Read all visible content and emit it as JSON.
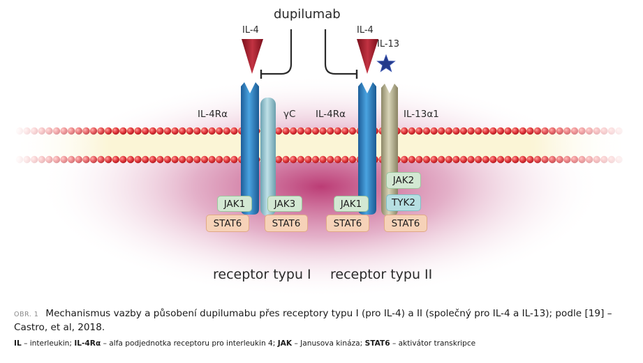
{
  "drug_label": "dupilumab",
  "ligands": {
    "il4_left": "IL-4",
    "il4_right": "IL-4",
    "il13": "IL-13"
  },
  "receptor_chains": {
    "il4ra_left": "IL-4Rα",
    "gamma_c": "γC",
    "il4ra_right": "IL-4Rα",
    "il13a1": "IL-13α1"
  },
  "kinases": {
    "jak1_left": "JAK1",
    "jak3": "JAK3",
    "jak1_right": "JAK1",
    "jak2": "JAK2",
    "tyk2": "TYK2"
  },
  "stat": {
    "s1": "STAT6",
    "s2": "STAT6",
    "s3": "STAT6",
    "s4": "STAT6"
  },
  "receptor_types": {
    "type1": "receptor typu I",
    "type2": "receptor typu II"
  },
  "caption": {
    "prefix": "OBR. 1",
    "text": "Mechanismus vazby a působení dupilumabu přes receptory typu I (pro IL-4) a II (společný pro IL-4 a IL-13); podle [19] – Castro, et al, 2018."
  },
  "legend": {
    "k1": "IL",
    "d1": " – interleukin; ",
    "k2": "IL-4Rα",
    "d2": " – alfa podjednotka receptoru pro interleukin 4; ",
    "k3": "JAK",
    "d3": " – Janusova kináza; ",
    "k4": "STAT6",
    "d4": " – aktivátor transkripce"
  },
  "colors": {
    "membrane_bead": "#e2383c",
    "il4ra_chain": "#2f7fbf",
    "gamma_c_chain": "#8fbfcc",
    "il13a1_chain": "#b0aa88",
    "il4_ligand": "#a21c2a",
    "il13_ligand": "#233a8a"
  }
}
